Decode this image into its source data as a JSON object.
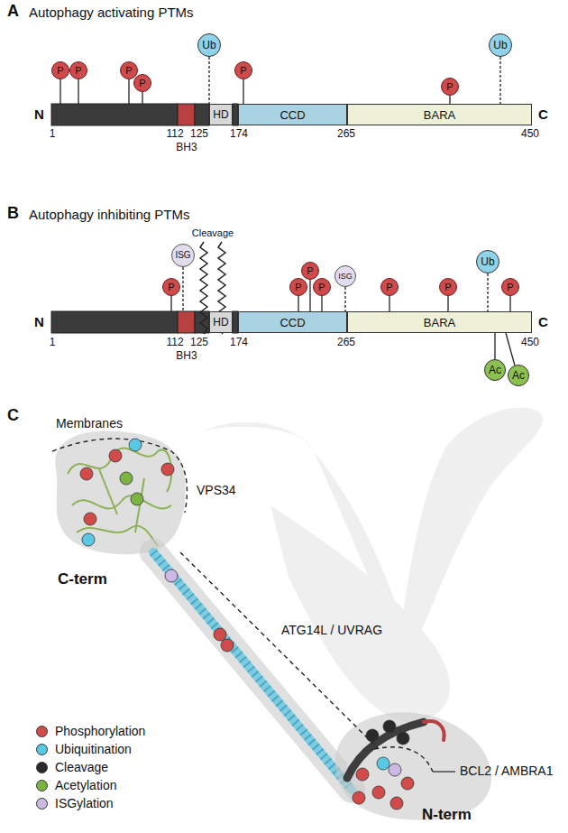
{
  "diagram": {
    "nodes": [
      {
        "text": [
          "P"
        ]
      },
      {
        "text": [
          "P"
        ]
      },
      {
        "text": [
          "P"
        ]
      },
      {
        "text": [
          "P"
        ]
      },
      {
        "text": [
          "Ub"
        ]
      },
      {
        "text": [
          "P"
        ]
      },
      {
        "text": [
          "P"
        ]
      },
      {
        "text": [
          "Ub"
        ]
      },
      {
        "text": [
          "HD"
        ]
      },
      {
        "text": [
          "CCD"
        ]
      },
      {
        "text": [
          "BARA"
        ]
      },
      {
        "text": [
          "P"
        ]
      },
      {
        "text": [
          "ISG"
        ]
      },
      {
        "text": [
          "P"
        ]
      },
      {
        "text": [
          "P"
        ]
      },
      {
        "text": [
          "P"
        ]
      },
      {
        "text": [
          "ISG"
        ]
      },
      {
        "text": [
          "P"
        ]
      },
      {
        "text": [
          "P"
        ]
      },
      {
        "text": [
          "Ub"
        ]
      },
      {
        "text": [
          "P"
        ]
      },
      {
        "text": [
          "HD"
        ]
      },
      {
        "text": [
          "CCD"
        ]
      },
      {
        "text": [
          "BARA"
        ]
      },
      {
        "text": [
          "Ac"
        ]
      },
      {
        "text": [
          "Ac"
        ]
      }
    ],
    "labels": [
      "A",
      "Autophagy activating PTMs",
      "N",
      "C",
      "1",
      "112",
      "125",
      "174",
      "265",
      "450",
      "BH3",
      "B",
      "Autophagy inhibiting PTMs",
      "Cleavage",
      "N",
      "C",
      "1",
      "112",
      "125",
      "174",
      "265",
      "450",
      "BH3",
      "C",
      "Membranes",
      "VPS34",
      "ATG14L / UVRAG",
      "C-term",
      "N-term",
      "BCL2 / AMBRA1"
    ],
    "legend": [
      {
        "text": "Phosphorylation",
        "color": "#d24b4b"
      },
      {
        "text": "Ubiquitination",
        "color": "#5bc8e3"
      },
      {
        "text": "Cleavage",
        "color": "#2a2a2a"
      },
      {
        "text": "Acetylation",
        "color": "#7cb342"
      },
      {
        "text": "ISGylation",
        "color": "#cbb8e3"
      }
    ]
  }
}
